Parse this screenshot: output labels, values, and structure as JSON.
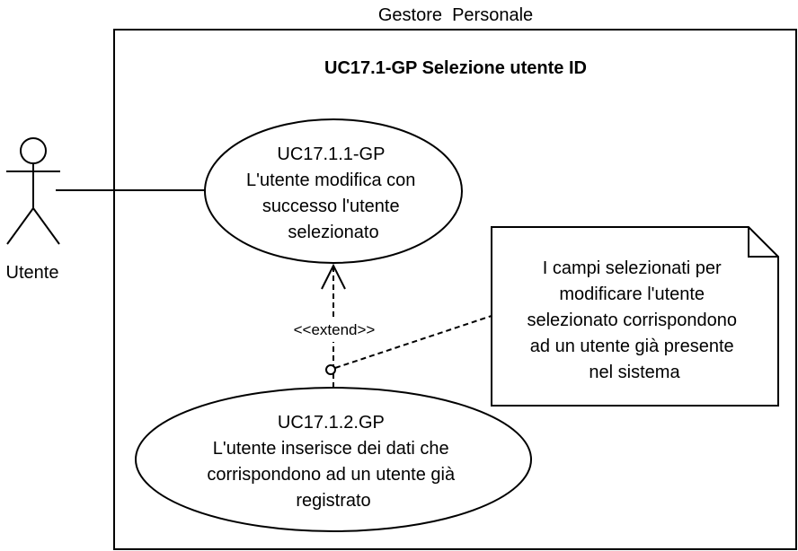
{
  "system": {
    "label": "Gestore  Personale",
    "title": "UC17.1-GP Selezione utente ID"
  },
  "actor": {
    "name": "Utente"
  },
  "use_cases": [
    {
      "lines": [
        "UC17.1.1-GP",
        "L'utente modifica con",
        "successo l'utente",
        "selezionato"
      ]
    },
    {
      "lines": [
        "UC17.1.2.GP",
        "L'utente inserisce dei dati che",
        "corrispondono ad un utente già",
        "registrato"
      ]
    }
  ],
  "relationship": {
    "label": "<<extend>>"
  },
  "note": {
    "lines": [
      "I campi selezionati per",
      "modificare l'utente",
      "selezionato corrispondono",
      "ad un utente già presente",
      "nel sistema"
    ]
  }
}
